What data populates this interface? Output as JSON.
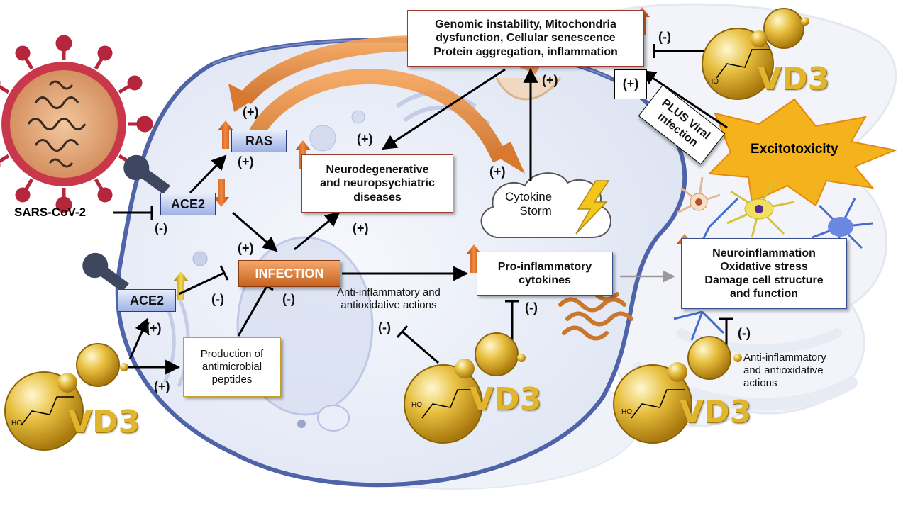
{
  "labels": {
    "sars_cov2": "SARS-CoV-2",
    "ace2_top": "ACE2",
    "ace2_bottom": "ACE2",
    "ras": "RAS",
    "infection": "INFECTION",
    "genomic_line1": "Genomic instability, Mitochondria",
    "genomic_line2": "dysfunction, Cellular senescence",
    "genomic_line3": "Protein aggregation, inflammation",
    "neuro_line1": "Neurodegenerative",
    "neuro_line2": "and neuropsychiatric",
    "neuro_line3": "diseases",
    "cytokine_storm_line1": "Cytokine",
    "cytokine_storm_line2": "Storm",
    "proinflam_line1": "Pro-inflammatory",
    "proinflam_line2": "cytokines",
    "neuroinflam_line1": "Neuroinflammation",
    "neuroinflam_line2": "Oxidative stress",
    "neuroinflam_line3": "Damage cell structure",
    "neuroinflam_line4": "and function",
    "amp_line1": "Production of",
    "amp_line2": "antimicrobial",
    "amp_line3": "peptides",
    "anti_mid_line1": "Anti-inflammatory and",
    "anti_mid_line2": "antioxidative actions",
    "anti_right_line1": "Anti-inflammatory",
    "anti_right_line2": "and antioxidative",
    "anti_right_line3": "actions",
    "plus_viral_line1": "PLUS Viral",
    "plus_viral_line2": "infection",
    "excitotoxicity": "Excitotoxicity",
    "vd3": "VD3",
    "ho": "HO"
  },
  "signs": {
    "plus": "(+)",
    "minus": "(-)"
  },
  "colors": {
    "orange_arrow": "#e07b2a",
    "vd3_gold": "#e1b52e",
    "ace2_blue": "#9fb2e6",
    "infection_orange": "#d9792f",
    "virus_red": "#b5263c",
    "excitotoxicity_yellow": "#f4b21d"
  },
  "icons": {
    "virus": "sars-cov-2-virion",
    "molecule": "vitamin-d3-molecule",
    "protein": "cytokine-protein-ribbon",
    "neuron": "neuron-cells",
    "lightning": "lightning-bolt"
  }
}
